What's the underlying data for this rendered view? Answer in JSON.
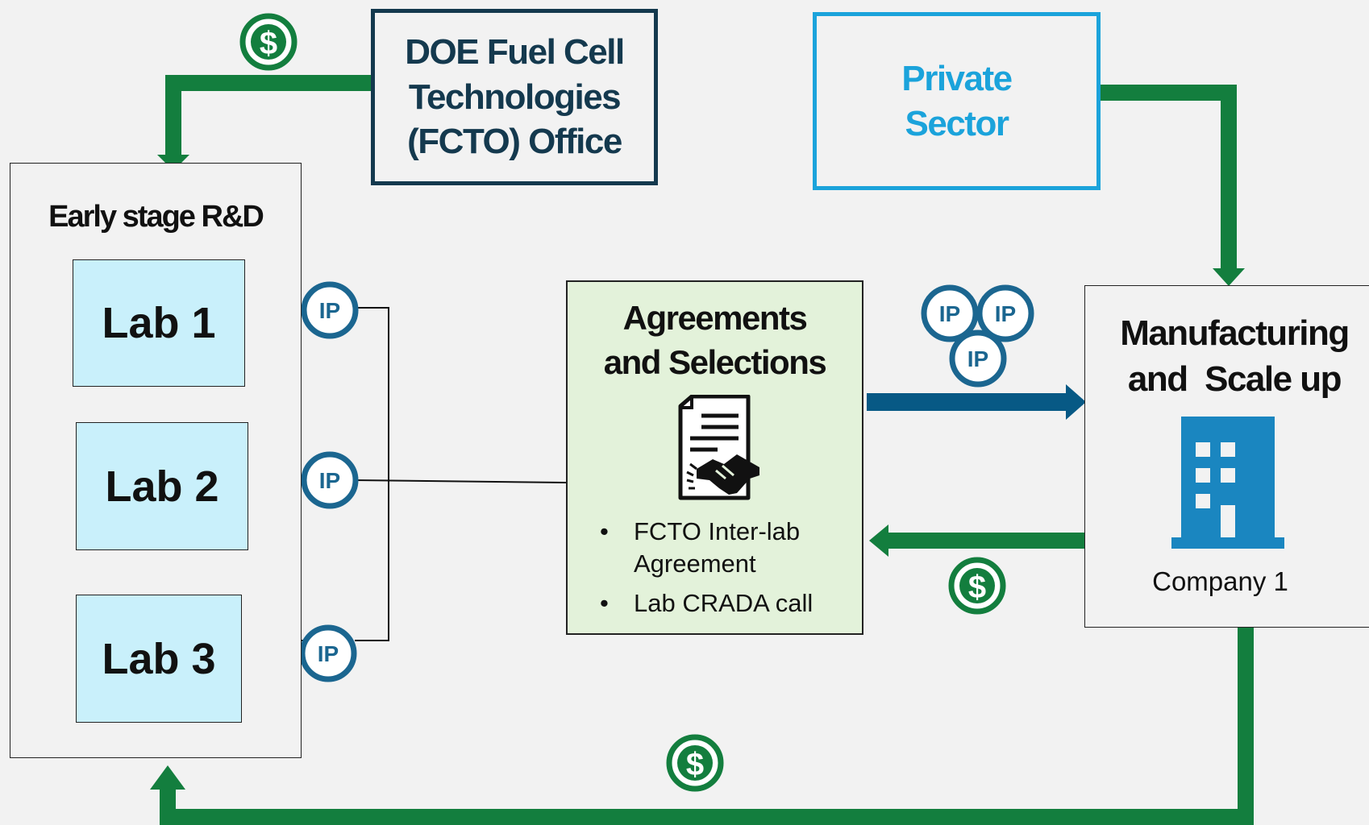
{
  "doe_office": {
    "lines": [
      "DOE Fuel Cell",
      "Technologies",
      "(FCTO) Office"
    ]
  },
  "private_sector": {
    "lines": [
      "Private",
      "Sector"
    ]
  },
  "early_rd": {
    "title": "Early stage R&D",
    "labs": [
      "Lab 1",
      "Lab 2",
      "Lab 3"
    ]
  },
  "agreements": {
    "title_lines": [
      "Agreements",
      "and Selections"
    ],
    "icon": "contract-handshake-icon",
    "items": [
      "FCTO Inter-lab\nAgreement",
      "Lab CRADA call"
    ]
  },
  "manufacturing": {
    "title_lines": [
      "Manufacturing",
      "and  Scale up"
    ],
    "icon": "building-icon",
    "company": "Company 1"
  },
  "badges": {
    "ip": "IP",
    "dollar": "$"
  },
  "colors": {
    "funding_arrow": "#137e3e",
    "ip_arrow": "#075985",
    "ip_badge": "#1b6690",
    "doe_border": "#14394e",
    "private_border": "#1ba3db",
    "lab_fill": "#c9f0fb",
    "agreements_fill": "#e3f2da",
    "building": "#1a86c0"
  }
}
